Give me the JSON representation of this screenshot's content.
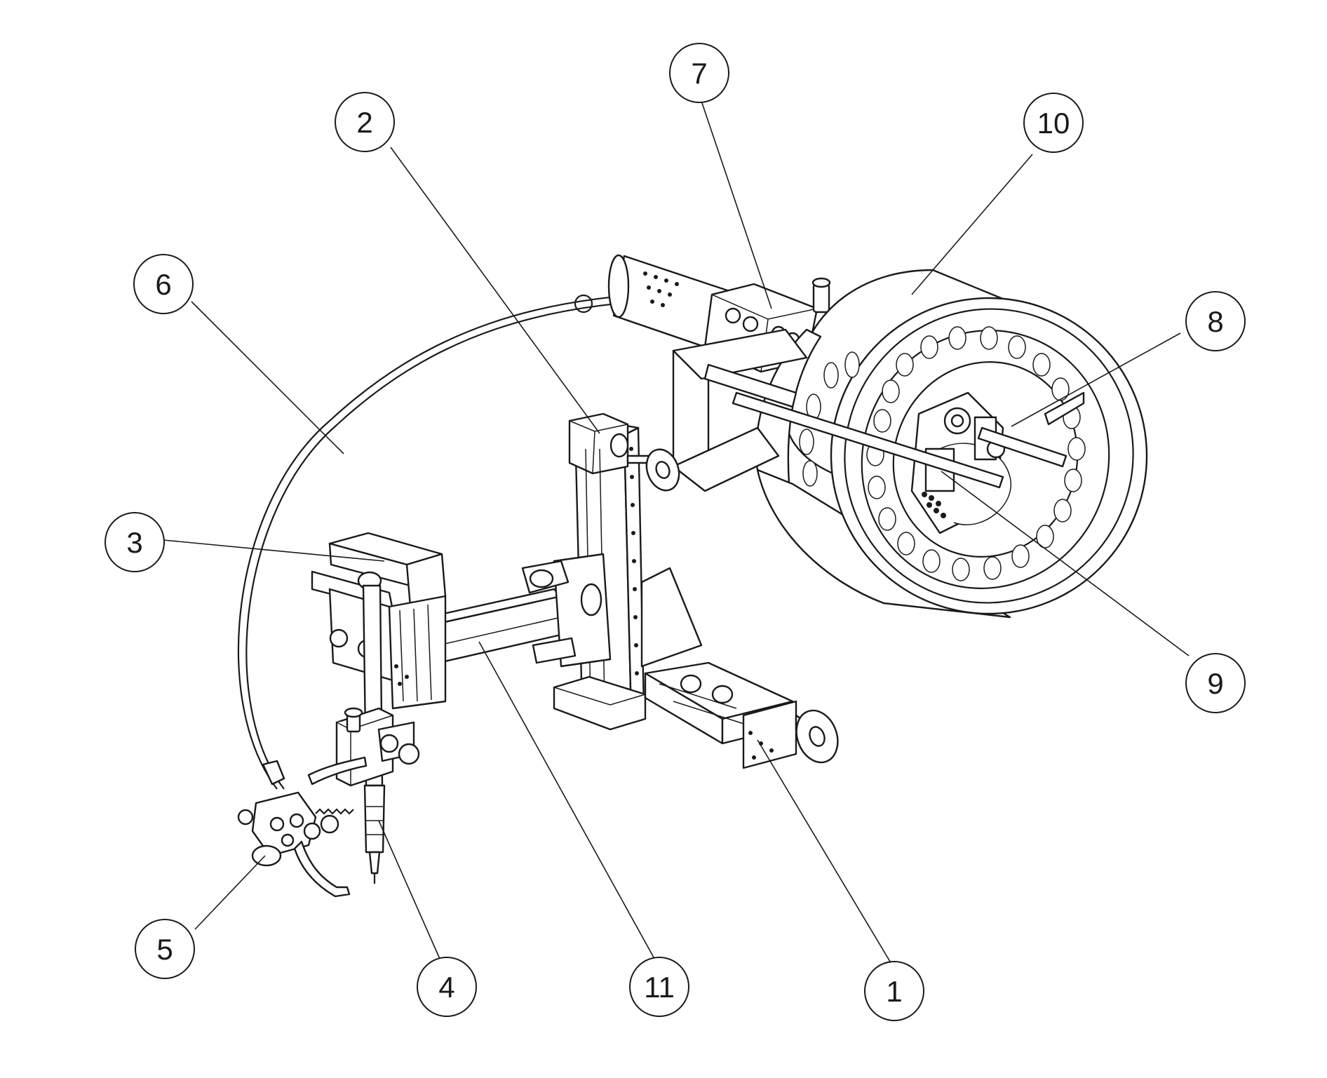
{
  "callouts": [
    {
      "label": "1"
    },
    {
      "label": "2"
    },
    {
      "label": "3"
    },
    {
      "label": "4"
    },
    {
      "label": "5"
    },
    {
      "label": "6"
    },
    {
      "label": "7"
    },
    {
      "label": "8"
    },
    {
      "label": "9"
    },
    {
      "label": "10"
    },
    {
      "label": "11"
    }
  ],
  "colors": {
    "line": "#1a1a1a",
    "background": "#ffffff"
  }
}
